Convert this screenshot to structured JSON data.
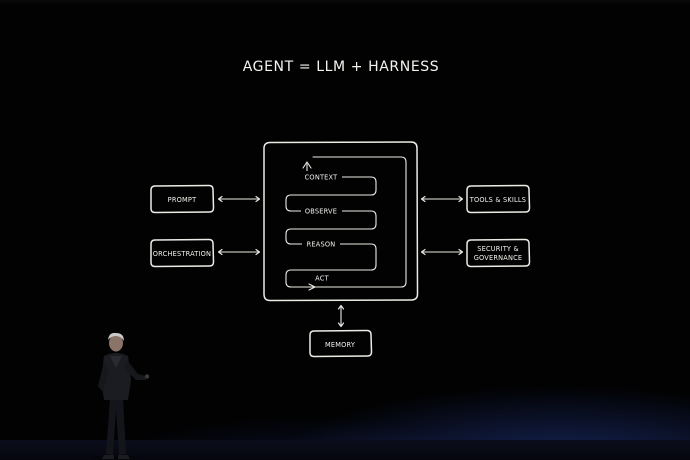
{
  "title": "AGENT = LLM + HARNESS",
  "left_nodes": [
    "PROMPT",
    "ORCHESTRATION"
  ],
  "right_nodes": [
    {
      "lines": [
        "TOOLS & SKILLS"
      ]
    },
    {
      "lines": [
        "SECURITY &",
        "GOVERNANCE"
      ]
    }
  ],
  "bottom_node": "MEMORY",
  "loop_steps": [
    "CONTEXT",
    "OBSERVE",
    "REASON",
    "ACT"
  ],
  "colors": {
    "background": "#020203",
    "line": "#ecece6",
    "stage_glow": "#2846aa"
  }
}
